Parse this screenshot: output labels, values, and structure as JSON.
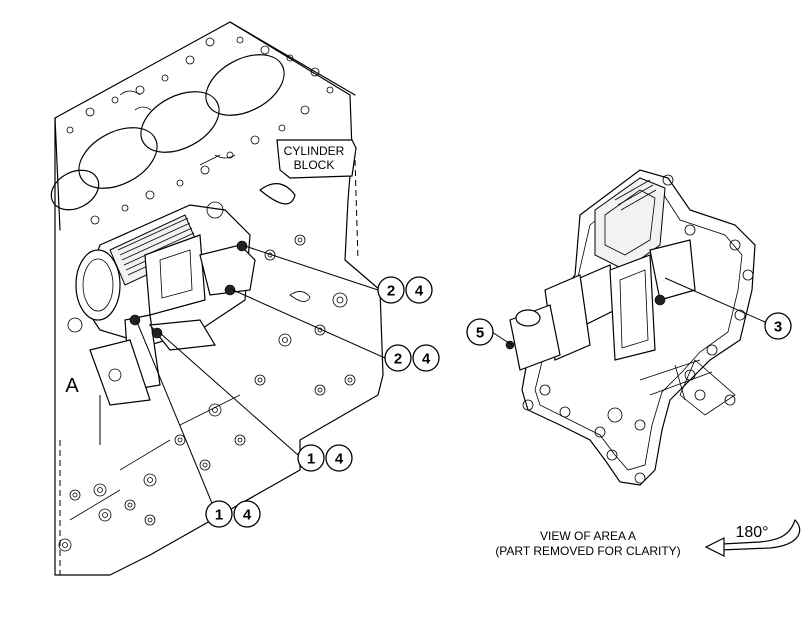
{
  "labels": {
    "cylinder_block_line1": "CYLINDER",
    "cylinder_block_line2": "BLOCK",
    "area_marker": "A",
    "view_caption_line1": "VIEW OF AREA A",
    "view_caption_line2": "(PART REMOVED FOR CLARITY)",
    "rotation": "180°"
  },
  "callouts": [
    {
      "left": "2",
      "right": "4"
    },
    {
      "left": "2",
      "right": "4"
    },
    {
      "left": "1",
      "right": "4"
    },
    {
      "left": "1",
      "right": "4"
    }
  ],
  "single_callouts": [
    {
      "value": "3"
    },
    {
      "value": "5"
    }
  ]
}
